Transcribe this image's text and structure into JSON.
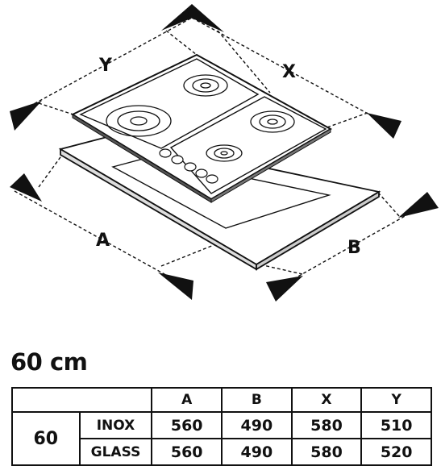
{
  "diagram": {
    "labels": {
      "a": "A",
      "b": "B",
      "x": "X",
      "y": "Y"
    }
  },
  "title": "60 cm",
  "table": {
    "corner": "",
    "columns": [
      "A",
      "B",
      "X",
      "Y"
    ],
    "size": "60",
    "rows": [
      {
        "type": "INOX",
        "values": [
          "560",
          "490",
          "580",
          "510"
        ]
      },
      {
        "type": "GLASS",
        "values": [
          "560",
          "490",
          "580",
          "520"
        ]
      }
    ]
  }
}
